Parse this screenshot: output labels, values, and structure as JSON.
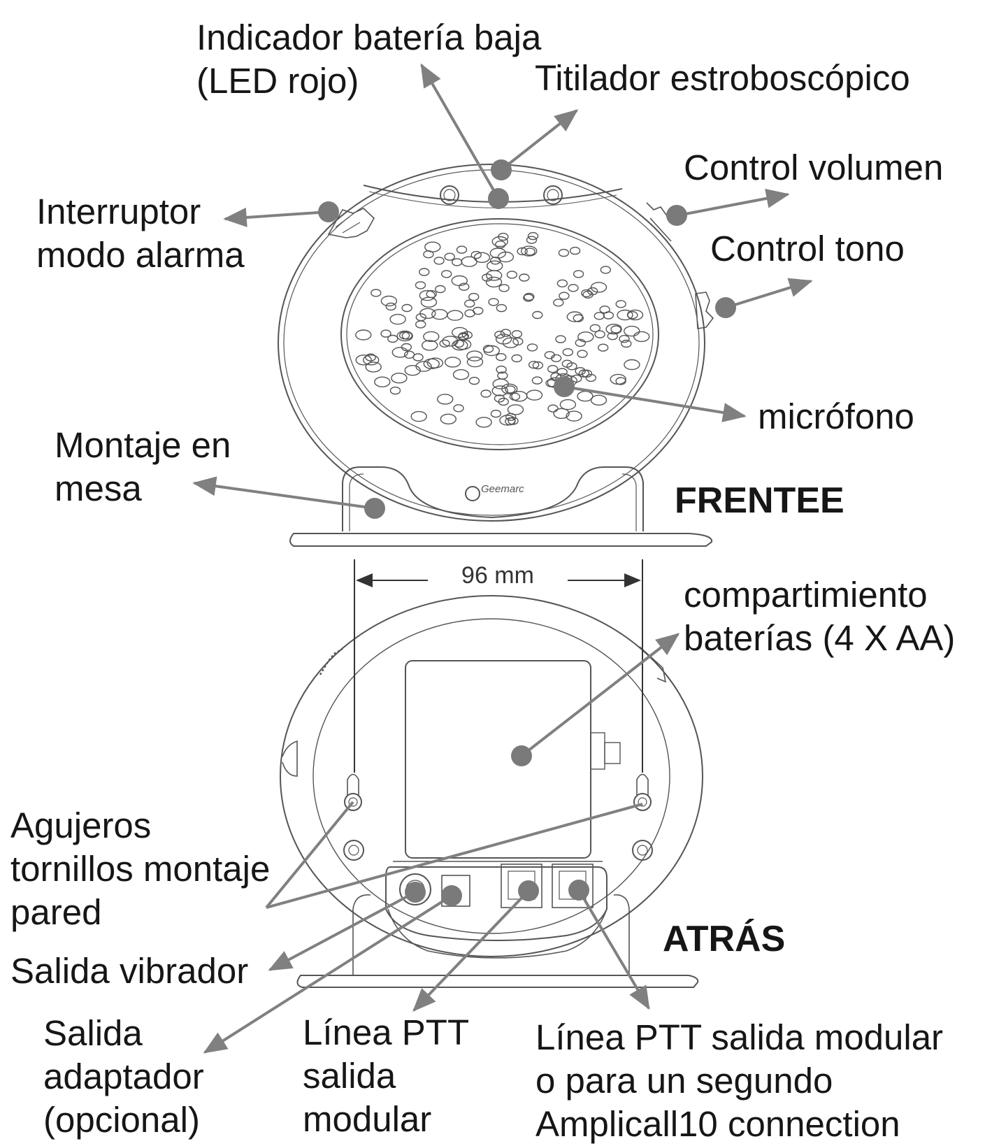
{
  "labels": {
    "low_battery_line1": "Indicador batería baja",
    "low_battery_line2": "(LED rojo)",
    "strobe": "Titilador estroboscópico",
    "volume": "Control volumen",
    "alarm_switch_line1": "Interruptor",
    "alarm_switch_line2": "modo alarma",
    "tone": "Control tono",
    "microphone": "micrófono",
    "table_mount_line1": "Montaje en",
    "table_mount_line2": "mesa",
    "front": "FRENTEE",
    "dimension": "96 mm",
    "battery_compartment_line1": "compartimiento",
    "battery_compartment_line2": "baterías (4 X AA)",
    "wall_holes_line1": "Agujeros",
    "wall_holes_line2": "tornillos montaje",
    "wall_holes_line3": "pared",
    "back": "ATRÁS",
    "vibrator_out": "Salida vibrador",
    "adapter_out_line1": "Salida",
    "adapter_out_line2": "adaptador",
    "adapter_out_line3": "(opcional)",
    "ptt_line_line1": "Línea PTT",
    "ptt_line_line2": "salida",
    "ptt_line_line3": "modular",
    "ptt_second_line1": "Línea PTT salida modular",
    "ptt_second_line2": "o para un segundo",
    "ptt_second_line3": "Amplicall10 connection"
  },
  "brand": "Geemarc",
  "colors": {
    "ink": "#161616",
    "line": "#555555",
    "arrow": "#808080",
    "dot": "#7a7a7a"
  }
}
